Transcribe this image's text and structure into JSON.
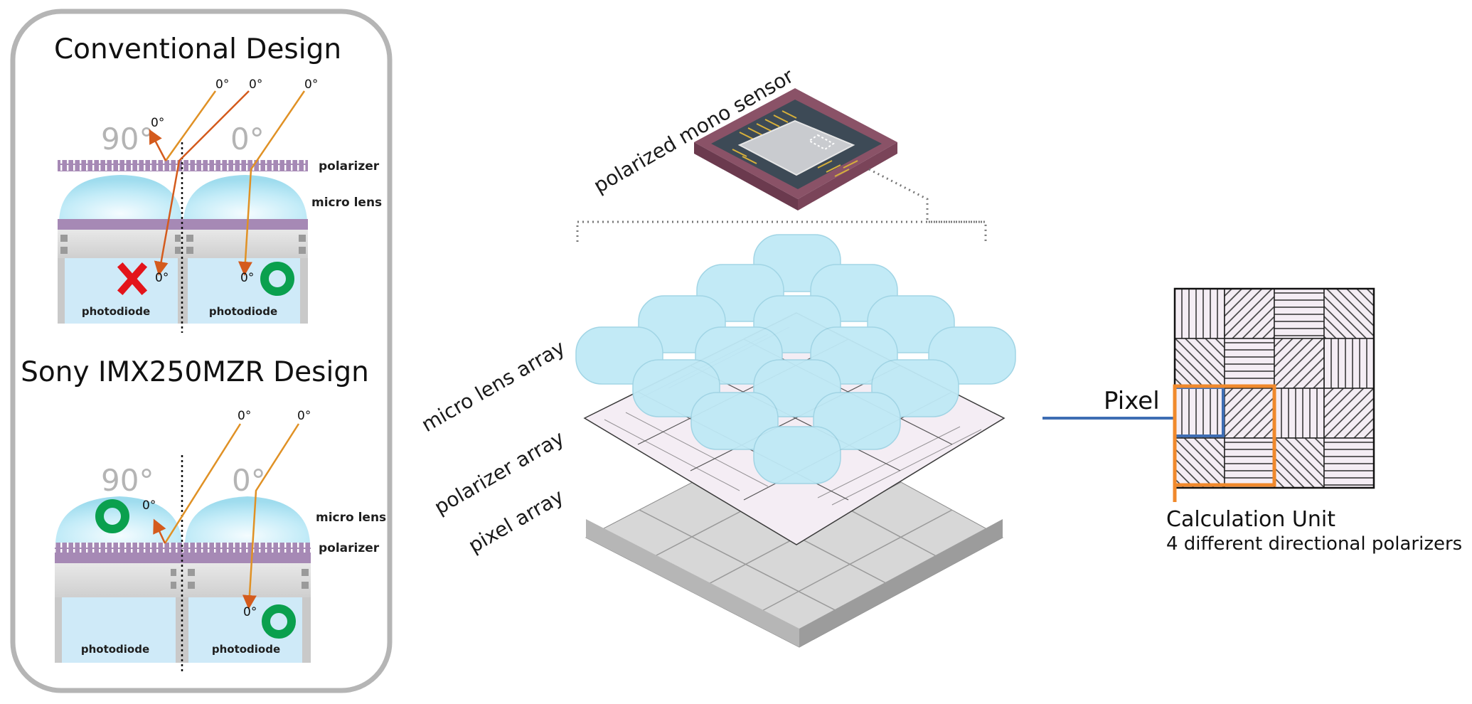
{
  "left_panel": {
    "conventional": {
      "title": "Conventional Design",
      "deg_labels": [
        "0°",
        "0°",
        "0°",
        "0°",
        "0°",
        "0°"
      ],
      "angle_left": "90°",
      "angle_right": "0°",
      "polarizer_label": "polarizer",
      "micro_lens_label": "micro lens",
      "photodiode_left": "photodiode",
      "photodiode_right": "photodiode"
    },
    "sony": {
      "title": "Sony IMX250MZR Design",
      "deg_labels": [
        "0°",
        "0°",
        "0°",
        "0°"
      ],
      "angle_left": "90°",
      "angle_right": "0°",
      "micro_lens_label": "micro lens",
      "polarizer_label": "polarizer",
      "photodiode_left": "photodiode",
      "photodiode_right": "photodiode"
    }
  },
  "center": {
    "sensor_label": "polarized mono sensor",
    "micro_lens_array_label": "micro lens array",
    "polarizer_array_label": "polarizer array",
    "pixel_array_label": "pixel array"
  },
  "right": {
    "pixel_label": "Pixel",
    "calc_unit_label": "Calculation Unit",
    "calc_unit_desc": "4 different directional polarizers",
    "grid_angles": [
      [
        90,
        45,
        0,
        135
      ],
      [
        135,
        0,
        45,
        90
      ],
      [
        90,
        45,
        90,
        45
      ],
      [
        135,
        0,
        135,
        0
      ]
    ]
  },
  "colors": {
    "panel_border": "#b5b5b5",
    "polarizer": "#a689b5",
    "lens": "#bfe9f6",
    "photodiode": "#cfeaf8",
    "ray": "#e09125",
    "reflect": "#d45b1d",
    "ok": "#0aa04e",
    "fail": "#e3141b",
    "pixel_blue": "#3e6db3",
    "calc_orange": "#f0892c",
    "grid_fill": "#f4edf4"
  }
}
